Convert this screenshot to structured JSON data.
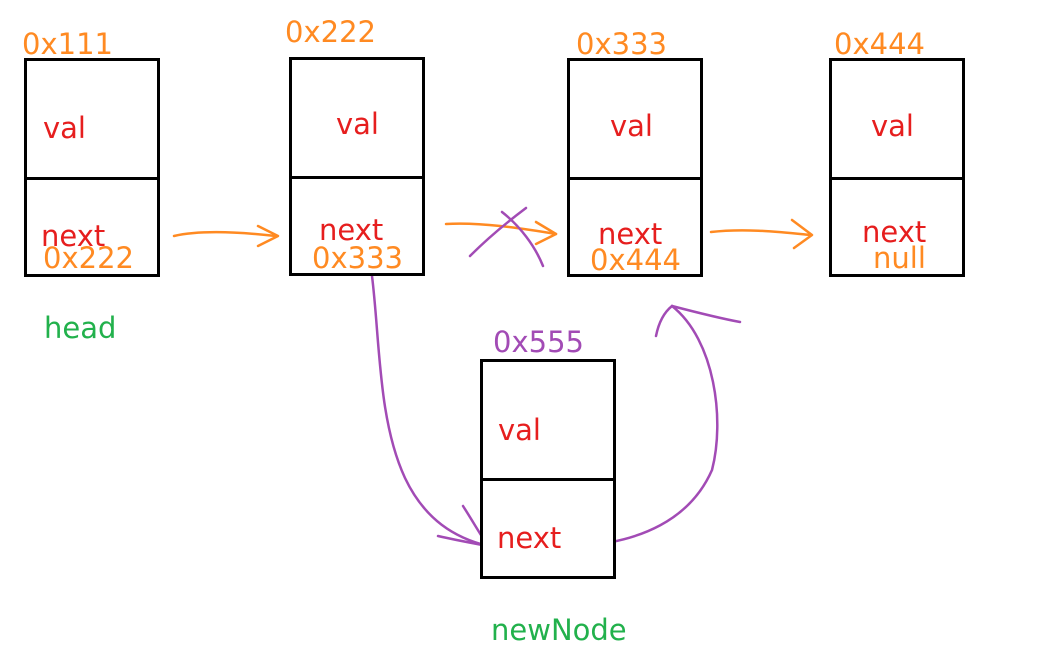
{
  "nodes": [
    {
      "address": "0x111",
      "val_label": "val",
      "next_label": "next",
      "next_value": "0x222"
    },
    {
      "address": "0x222",
      "val_label": "val",
      "next_label": "next",
      "next_value": "0x333"
    },
    {
      "address": "0x333",
      "val_label": "val",
      "next_label": "next",
      "next_value": "0x444"
    },
    {
      "address": "0x444",
      "val_label": "val",
      "next_label": "next",
      "next_value": "null"
    }
  ],
  "new_node": {
    "address": "0x555",
    "val_label": "val",
    "next_label": "next"
  },
  "labels": {
    "head": "head",
    "new_node": "newNode"
  },
  "colors": {
    "address": "#ff8a22",
    "field": "#e61e1e",
    "label": "#22b14c",
    "orange_arrow": "#ff8a22",
    "purple_arrow": "#a24bb5",
    "box_border": "#000000"
  }
}
